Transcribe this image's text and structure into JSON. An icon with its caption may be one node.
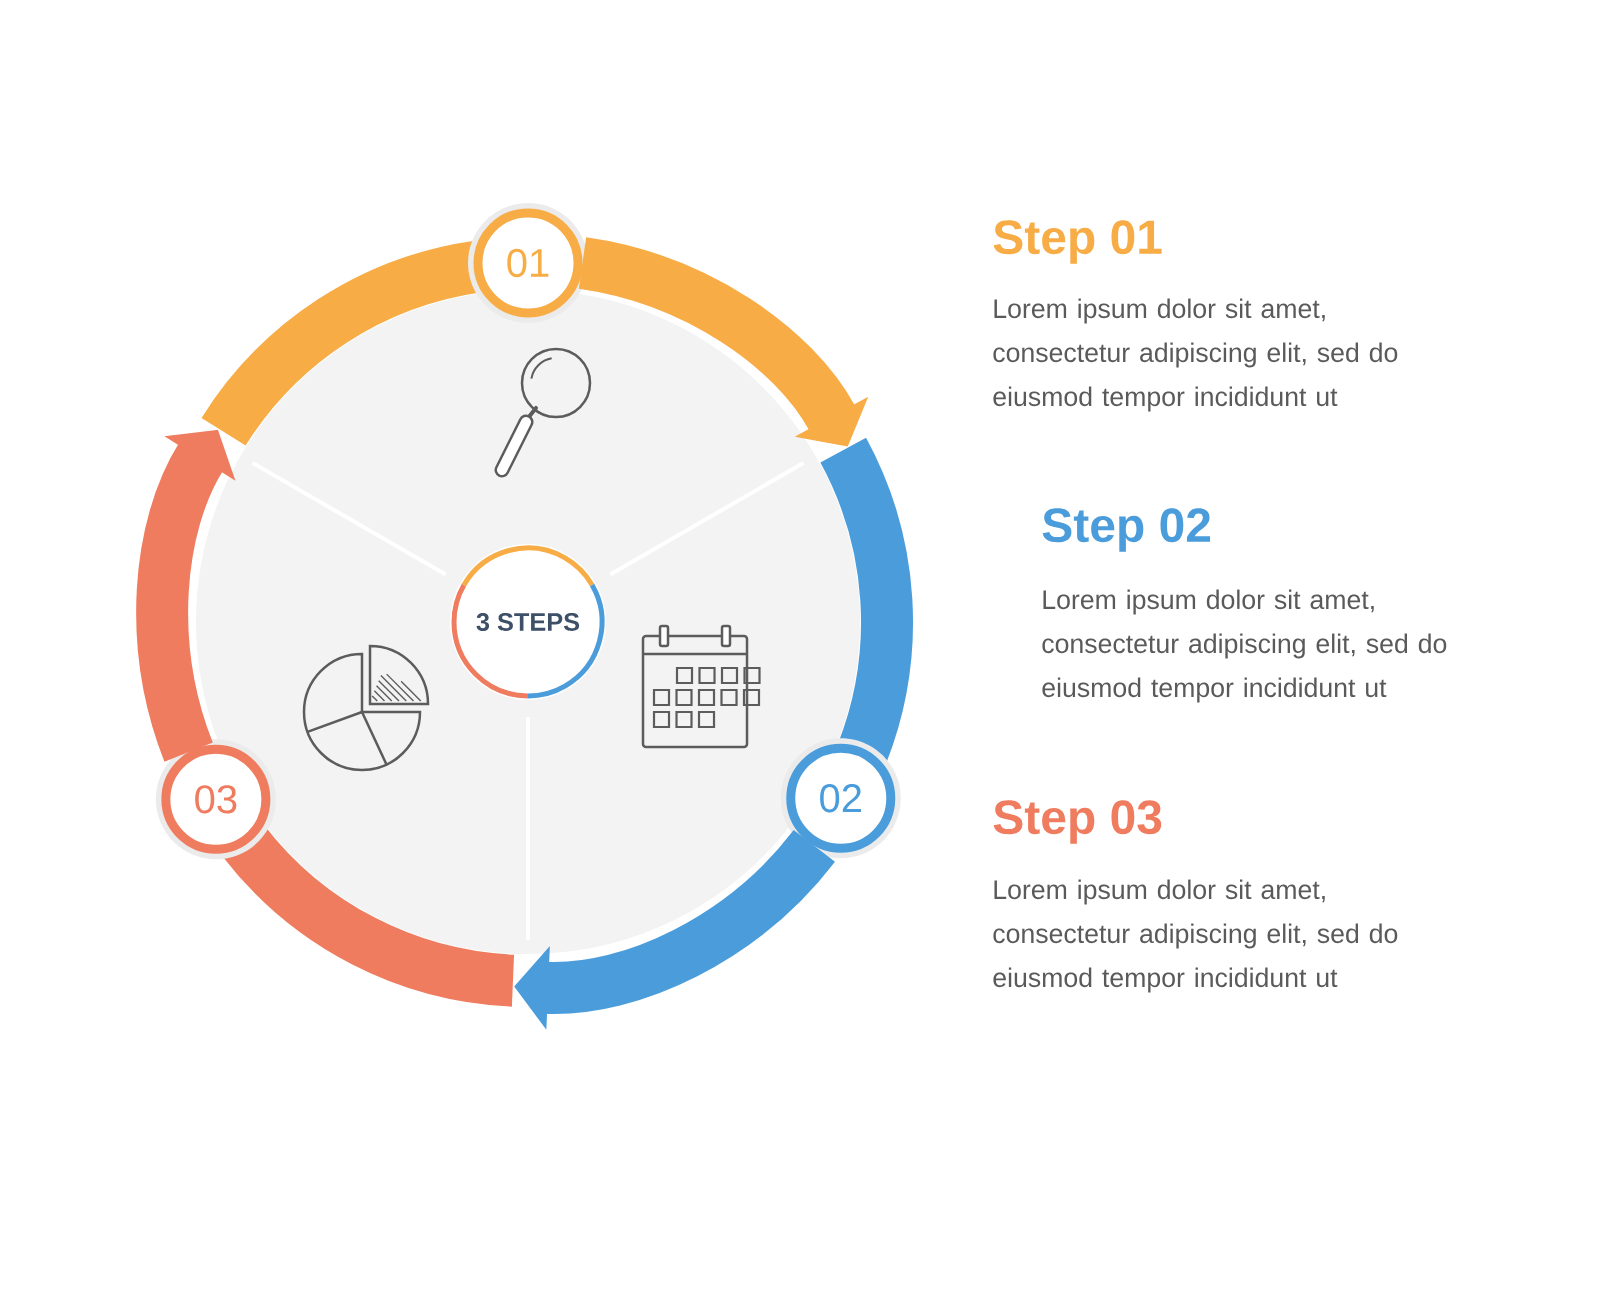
{
  "diagram": {
    "nodes": [
      {
        "text": [
          "01"
        ]
      },
      {
        "text": [
          "02"
        ]
      },
      {
        "text": [
          "03"
        ]
      },
      {
        "text": [
          "3 STEPS"
        ]
      }
    ],
    "edges": [
      {
        "from": 0,
        "to": 1,
        "arrow": "to",
        "color": "#f7ac46"
      },
      {
        "from": 1,
        "to": 2,
        "arrow": "to",
        "color": "#4a9cdb"
      },
      {
        "from": 2,
        "to": 0,
        "arrow": "to",
        "color": "#ef7c5f"
      }
    ],
    "labels": [
      "Step 01",
      "Lorem ipsum dolor sit amet, consectetur adipiscing elit, sed do eiusmod tempor incididunt ut",
      "Step 02",
      "Lorem ipsum dolor sit amet, consectetur adipiscing elit, sed do eiusmod tempor incididunt ut",
      "Step 03",
      "Lorem ipsum dolor sit amet, consectetur adipiscing elit, sed do eiusmod tempor incididunt ut"
    ]
  }
}
